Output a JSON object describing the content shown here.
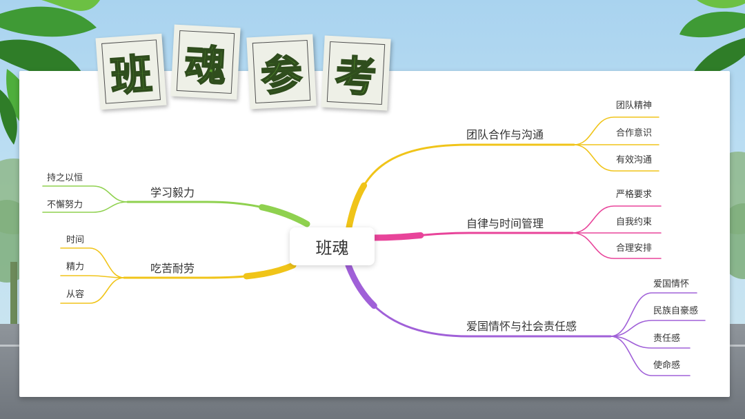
{
  "slide": {
    "title_chars": [
      "班",
      "魂",
      "参",
      "考"
    ]
  },
  "mindmap": {
    "root": "班魂",
    "branches": [
      {
        "label": "团队合作与沟通",
        "color": "#f0c419",
        "children": [
          "团队精神",
          "合作意识",
          "有效沟通"
        ]
      },
      {
        "label": "自律与时间管理",
        "color": "#e8449a",
        "children": [
          "严格要求",
          "自我约束",
          "合理安排"
        ]
      },
      {
        "label": "爱国情怀与社会责任感",
        "color": "#a060d8",
        "children": [
          "爱国情怀",
          "民族自豪感",
          "责任感",
          "使命感"
        ]
      },
      {
        "label": "学习毅力",
        "color": "#8fd14f",
        "children": [
          "持之以恒",
          "不懈努力"
        ]
      },
      {
        "label": "吃苦耐劳",
        "color": "#f0c419",
        "children": [
          "时间",
          "精力",
          "从容"
        ]
      }
    ]
  },
  "colors": {
    "title_green": "#5a9f2d",
    "leaf_dark": "#2f7d28",
    "leaf_light": "#6cc043"
  },
  "icons": [
    "leaf-decoration-icon"
  ]
}
